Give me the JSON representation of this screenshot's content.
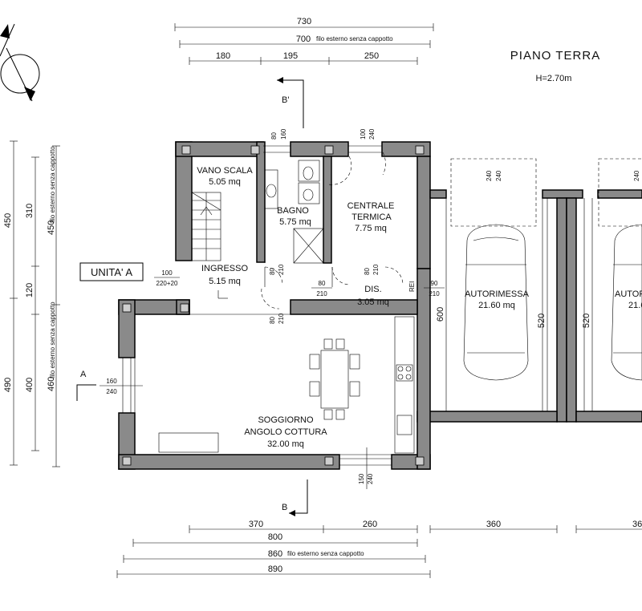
{
  "title": "PIANO TERRA",
  "height_label": "H=2.70m",
  "unit_label": "UNITA' A",
  "rooms": {
    "vano_scala": {
      "name": "VANO SCALA",
      "area": "5.05 mq"
    },
    "bagno": {
      "name": "BAGNO",
      "area": "5.75 mq"
    },
    "centrale": {
      "name1": "CENTRALE",
      "name2": "TERMICA",
      "area": "7.75 mq"
    },
    "ingresso": {
      "name": "INGRESSO",
      "area": "5.15 mq"
    },
    "dis": {
      "name": "DIS.",
      "area": "3.05 mq"
    },
    "autorimessa1": {
      "name": "AUTORIMESSA",
      "area": "21.60 mq"
    },
    "autorimessa2": {
      "name": "AUTORI",
      "area": "21.6"
    },
    "soggiorno": {
      "name1": "SOGGIORNO",
      "name2": "ANGOLO COTTURA",
      "area": "32.00 mq"
    }
  },
  "top_dims": {
    "total": "730",
    "ext": "700",
    "ext_note": "filo esterno senza cappotto",
    "segments": [
      "180",
      "195",
      "250"
    ]
  },
  "bottom_dims": {
    "segments": [
      "370",
      "260",
      "360",
      "36"
    ],
    "d800": "800",
    "d860": "860",
    "d860_note": "filo esterno senza cappotto",
    "d890": "890"
  },
  "left_dims": {
    "outer_top": "450",
    "outer_bottom": "490",
    "mid": [
      "310",
      "120",
      "400"
    ],
    "inner_top": "450",
    "inner_bottom": "460",
    "note": "filo esterno senza cappotto"
  },
  "openings": {
    "bagno_win": {
      "w": "80",
      "h": "160"
    },
    "ct_win": {
      "w": "100",
      "h": "240"
    },
    "ingresso_door": {
      "w": "100",
      "h": "220+20"
    },
    "bagno_door": {
      "w": "80",
      "h": "210"
    },
    "dis_door": {
      "w": "80",
      "h": "210"
    },
    "ct_door": {
      "w": "80",
      "h": "210"
    },
    "sogg_door": {
      "w": "80",
      "h": "210"
    },
    "rei_door": {
      "label": "REI",
      "w": "90",
      "h": "210"
    },
    "sogg_win_left": {
      "w": "160",
      "h": "240"
    },
    "sogg_win_bottom": {
      "w": "150",
      "h": "240"
    },
    "garage1_win": {
      "w": "240",
      "h": "240"
    },
    "garage2_win": {
      "w": "240"
    }
  },
  "garage_dims": {
    "d600": "600",
    "d520a": "520",
    "d520b": "520"
  },
  "sections": {
    "a": "A",
    "b_top": "B'",
    "b_bottom": "B"
  }
}
